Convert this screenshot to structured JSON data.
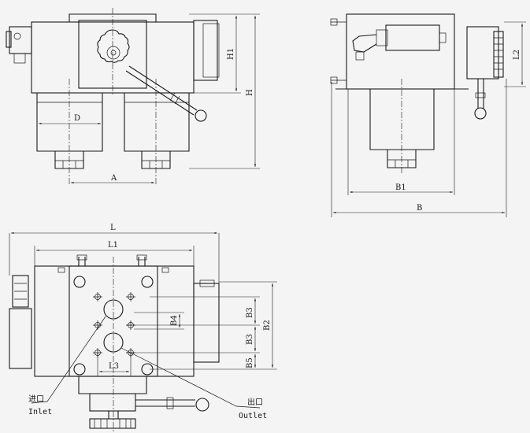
{
  "labels": {
    "H": "H",
    "H1": "H1",
    "D": "D",
    "A": "A",
    "L2": "L2",
    "B1": "B1",
    "B": "B",
    "L": "L",
    "L1": "L1",
    "L3": "L3",
    "B2": "B2",
    "B3": "B3",
    "B4": "B4",
    "B5": "B5",
    "inlet_cn": "进口",
    "inlet_en": "Inlet",
    "outlet_cn": "出口",
    "outlet_en": "Outlet"
  }
}
